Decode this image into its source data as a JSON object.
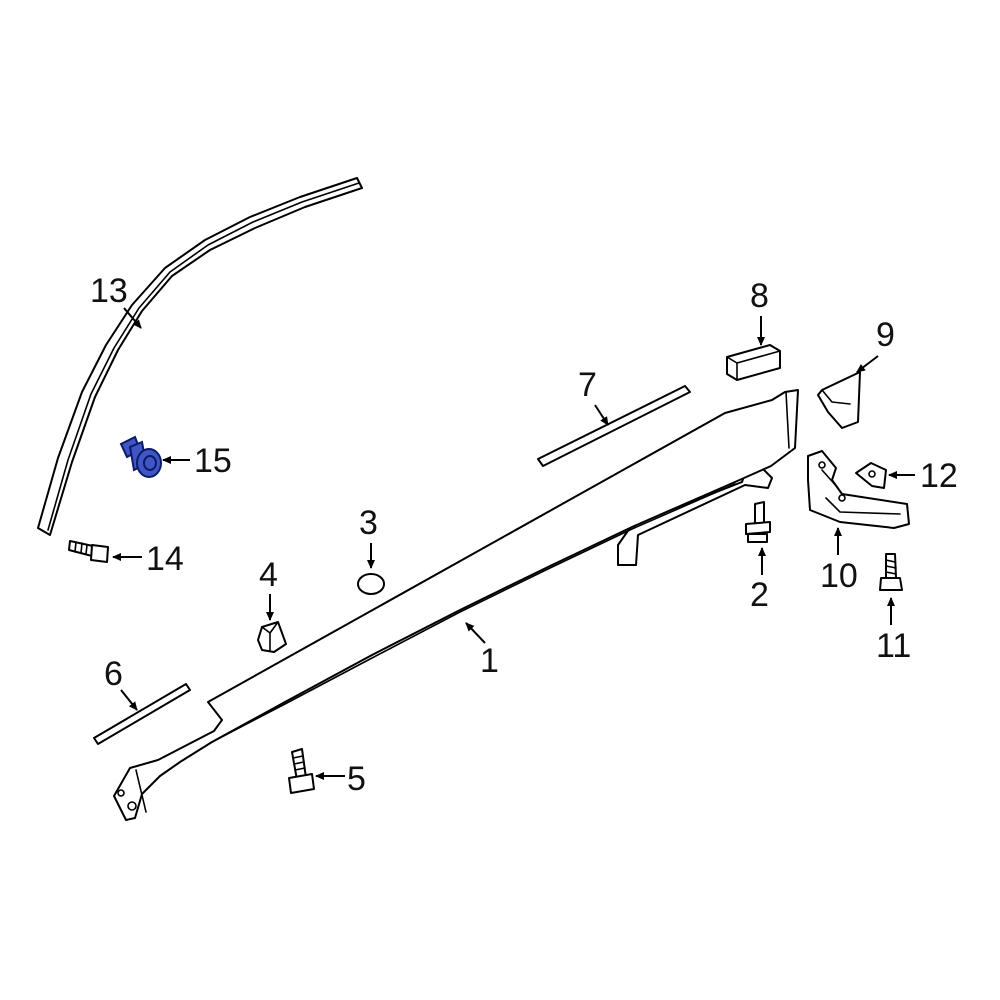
{
  "callouts": [
    {
      "id": "1",
      "label": "1"
    },
    {
      "id": "2",
      "label": "2"
    },
    {
      "id": "3",
      "label": "3"
    },
    {
      "id": "4",
      "label": "4"
    },
    {
      "id": "5",
      "label": "5"
    },
    {
      "id": "6",
      "label": "6"
    },
    {
      "id": "7",
      "label": "7"
    },
    {
      "id": "8",
      "label": "8"
    },
    {
      "id": "9",
      "label": "9"
    },
    {
      "id": "10",
      "label": "10"
    },
    {
      "id": "11",
      "label": "11"
    },
    {
      "id": "12",
      "label": "12"
    },
    {
      "id": "13",
      "label": "13"
    },
    {
      "id": "14",
      "label": "14"
    },
    {
      "id": "15",
      "label": "15"
    }
  ],
  "highlighted_part": "15",
  "colors": {
    "highlight": "#3f56c4",
    "highlight_stroke": "#0b1a6b",
    "line": "#000000",
    "background": "#ffffff"
  }
}
